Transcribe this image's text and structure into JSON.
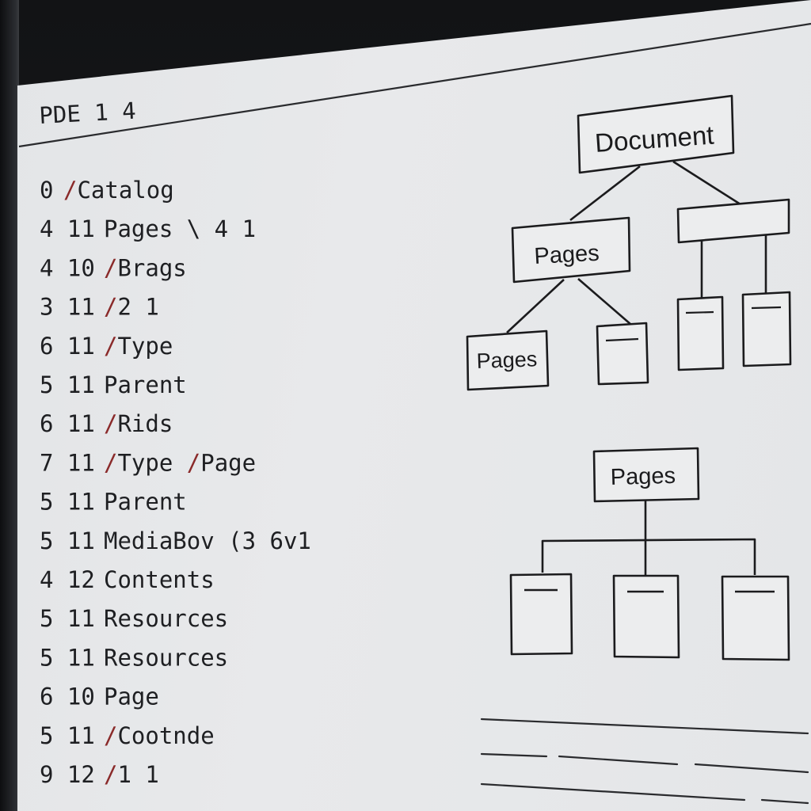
{
  "header": {
    "title": "PDE 1 4"
  },
  "listing": [
    {
      "num": "0",
      "text": "/Catalog"
    },
    {
      "num": "4 11",
      "text": "Pages \\ 4 1"
    },
    {
      "num": "4 10",
      "text": "/Brags"
    },
    {
      "num": "3 11",
      "text": "/2 1"
    },
    {
      "num": "6 11",
      "text": "/Type"
    },
    {
      "num": "5 11",
      "text": " Parent"
    },
    {
      "num": "6 11",
      "text": "/Rids"
    },
    {
      "num": "7 11",
      "text": "/Type /Page"
    },
    {
      "num": "5 11",
      "text": " Parent"
    },
    {
      "num": "5 11",
      "text": " MediaBov (3 6v1"
    },
    {
      "num": "4 12",
      "text": " Contents"
    },
    {
      "num": "5 11",
      "text": " Resources"
    },
    {
      "num": "5 11",
      "text": " Resources"
    },
    {
      "num": "6 10",
      "text": " Page"
    },
    {
      "num": "5 11",
      "text": "/Cootnde"
    },
    {
      "num": "9 12",
      "text": "/1 1"
    }
  ],
  "diagram": {
    "root_label": "Document",
    "pages_label_upper": "Pages",
    "pages_label_leaf": "Pages",
    "pages_label_lower": "Pages"
  },
  "colors": {
    "ink": "#1b1b1d",
    "slash_accent": "#8a2a2a",
    "screen": "#e6e8ea"
  }
}
